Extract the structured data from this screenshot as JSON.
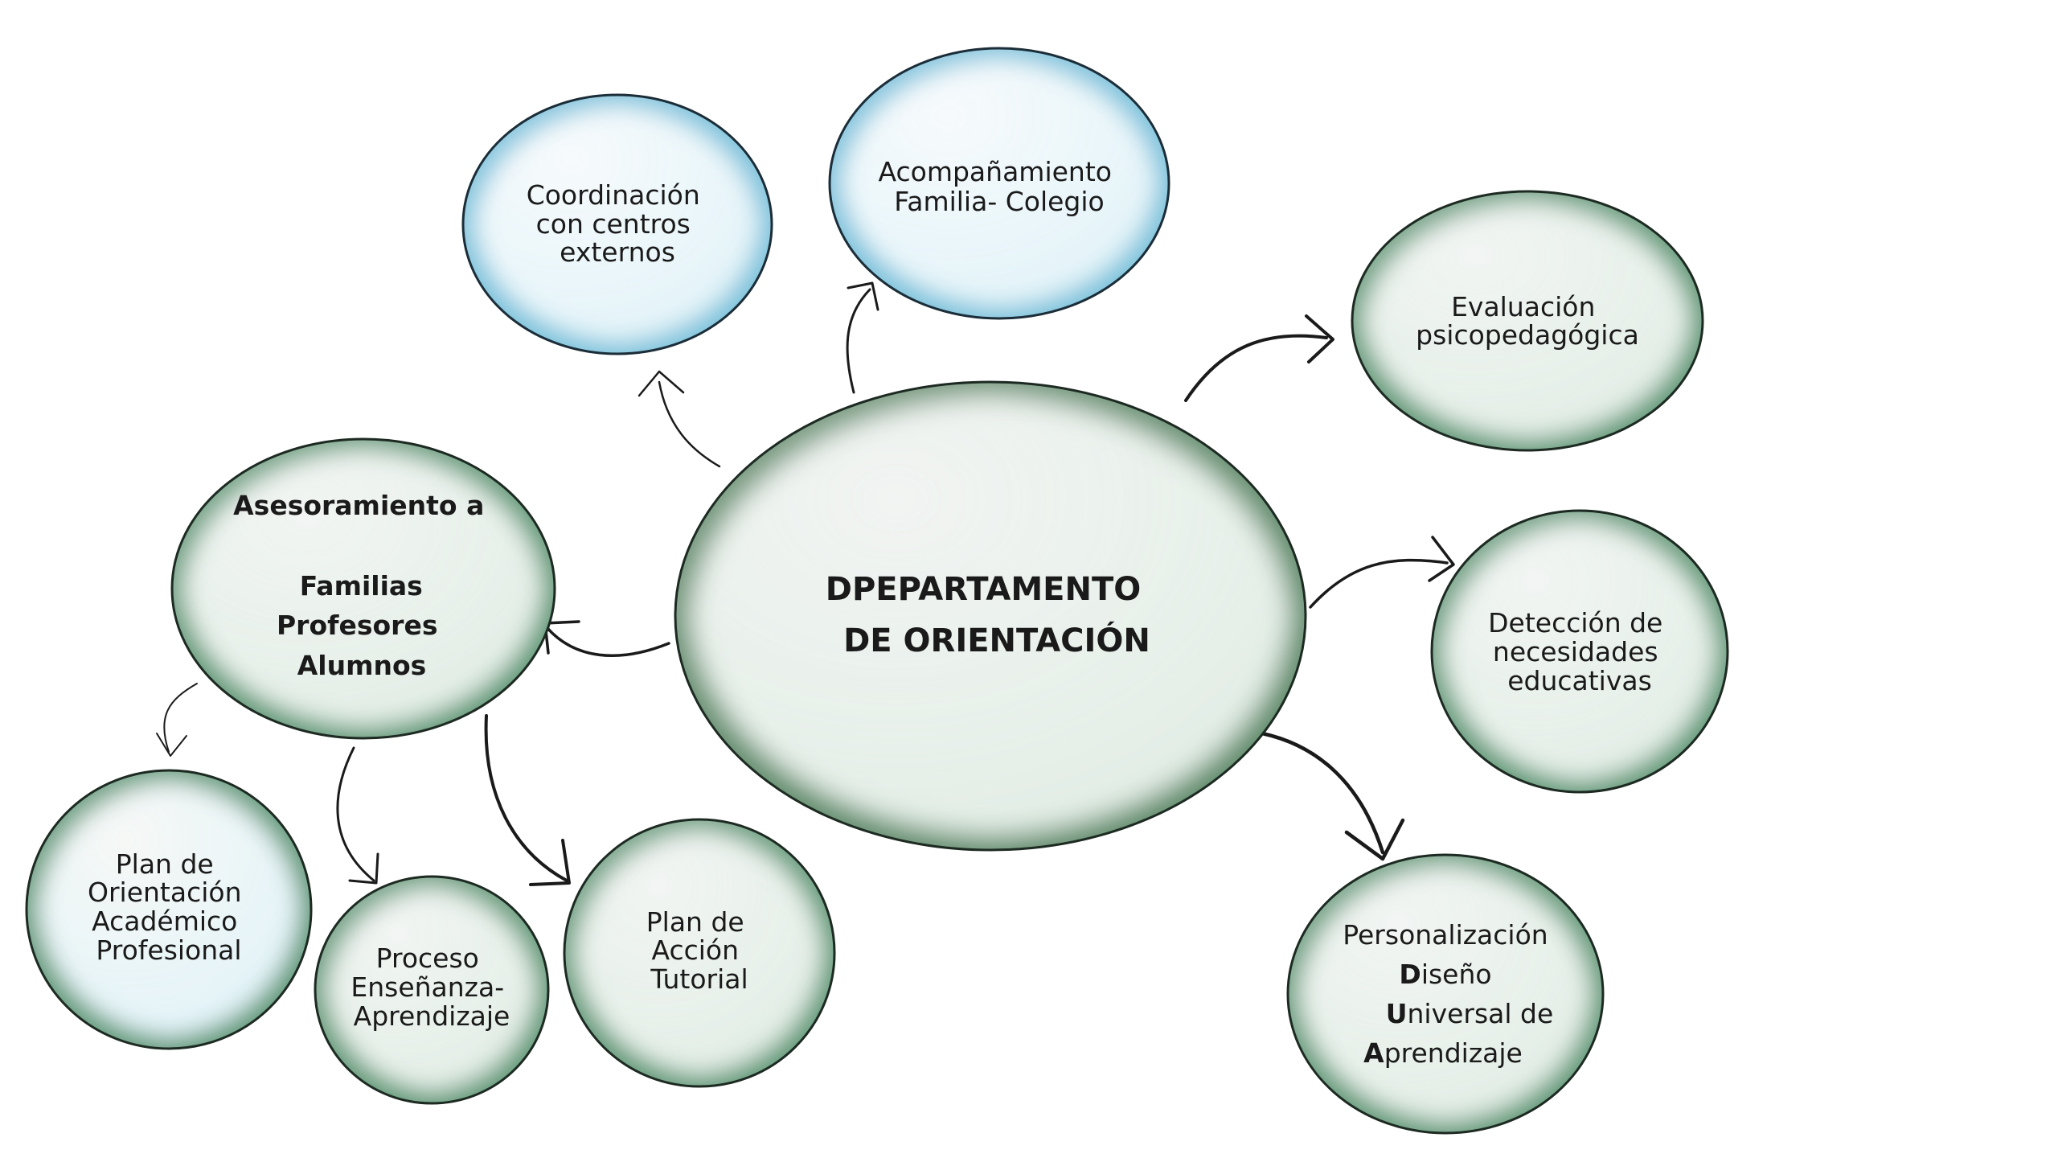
{
  "colors": {
    "blue_fill": "#e4f4f9",
    "blue_stroke": "#1b2d38",
    "blue_glow": "#7cc3dc",
    "green_fill": "#e4efe7",
    "green_stroke": "#1d2a22",
    "green_glow": "#5f9a78",
    "center_glow": "#5e8c6a",
    "arrow": "#1a1a1a"
  },
  "nodes": {
    "center": {
      "lines": [
        "DPEPARTAMENTO",
        "DE ORIENTACIÓN"
      ]
    },
    "coordinacion": {
      "lines": [
        "Coordinación",
        "con centros",
        "externos"
      ]
    },
    "acompanamiento": {
      "lines": [
        "Acompañamiento",
        "Familia- Colegio"
      ]
    },
    "evaluacion": {
      "lines": [
        "Evaluación",
        "psicopedagógica"
      ]
    },
    "deteccion": {
      "lines": [
        "Detección de",
        "necesidades",
        "educativas"
      ]
    },
    "personalizacion": {
      "line1": "Personalización",
      "line2_initial": "D",
      "line2_rest": "iseño",
      "line3_initial": "U",
      "line3_rest": "niversal de",
      "line4_initial": "A",
      "line4_rest": "prendizaje"
    },
    "asesoramiento": {
      "lines": [
        "Asesoramiento a",
        "Familias",
        "Profesores",
        "Alumnos"
      ]
    },
    "plan_orientacion": {
      "lines": [
        "Plan de",
        "Orientación",
        "Académico",
        "Profesional"
      ]
    },
    "proceso": {
      "lines": [
        "Proceso",
        "Enseñanza-",
        "Aprendizaje"
      ]
    },
    "plan_accion": {
      "lines": [
        "Plan de",
        "Acción",
        "Tutorial"
      ]
    }
  }
}
